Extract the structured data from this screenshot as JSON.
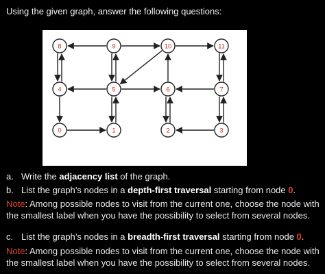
{
  "intro": "Using the given graph, answer the following questions:",
  "graph": {
    "nodes": [
      {
        "id": "n0",
        "label": "0",
        "row": 2,
        "col": 0
      },
      {
        "id": "n1",
        "label": "1",
        "row": 2,
        "col": 1
      },
      {
        "id": "n2",
        "label": "2",
        "row": 2,
        "col": 2
      },
      {
        "id": "n3",
        "label": "3",
        "row": 2,
        "col": 3
      },
      {
        "id": "n4",
        "label": "4",
        "row": 1,
        "col": 0
      },
      {
        "id": "n5",
        "label": "5",
        "row": 1,
        "col": 1
      },
      {
        "id": "n6",
        "label": "6",
        "row": 1,
        "col": 2
      },
      {
        "id": "n7",
        "label": "7",
        "row": 1,
        "col": 3
      },
      {
        "id": "n8",
        "label": "8",
        "row": 0,
        "col": 0
      },
      {
        "id": "n9",
        "label": "9",
        "row": 0,
        "col": 1
      },
      {
        "id": "n10",
        "label": "10",
        "row": 0,
        "col": 2
      },
      {
        "id": "n11",
        "label": "11",
        "row": 0,
        "col": 3
      }
    ],
    "edges": [
      [
        "9",
        "8"
      ],
      [
        "9",
        "10"
      ],
      [
        "10",
        "11"
      ],
      [
        "8",
        "4"
      ],
      [
        "4",
        "8"
      ],
      [
        "9",
        "5"
      ],
      [
        "6",
        "10"
      ],
      [
        "11",
        "7"
      ],
      [
        "5",
        "4"
      ],
      [
        "5",
        "6"
      ],
      [
        "7",
        "6"
      ],
      [
        "4",
        "0"
      ],
      [
        "0",
        "1"
      ],
      [
        "5",
        "1"
      ],
      [
        "6",
        "2"
      ],
      [
        "7",
        "3"
      ],
      [
        "3",
        "2"
      ],
      [
        "5",
        "9"
      ],
      [
        "1",
        "5"
      ],
      [
        "2",
        "6"
      ],
      [
        "6",
        "10"
      ],
      [
        "3",
        "7"
      ],
      [
        "7",
        "11"
      ],
      [
        "10",
        "5"
      ]
    ]
  },
  "qa": {
    "letter": "a.",
    "pre": "Write the ",
    "bold": "adjacency list",
    "post": " of the graph."
  },
  "qb": {
    "letter": "b.",
    "pre": "List the graph’s nodes in a ",
    "bold": "depth-first traversal",
    "mid": " starting from node ",
    "node": "0",
    "post": "."
  },
  "note1": {
    "label": "Note",
    "text": ": Among possible nodes to visit from the current one, choose the node with the smallest label when you have the possibility to select from several nodes."
  },
  "qc": {
    "letter": "c.",
    "pre": "List the graph’s nodes in a ",
    "bold": "breadth-first traversal",
    "mid": " starting from node ",
    "node": "0",
    "post": "."
  },
  "note2": {
    "label": "Note",
    "text": ": Among possible nodes to visit from the current one, choose the node with the smallest label when you have the possibility to select from several nodes."
  }
}
